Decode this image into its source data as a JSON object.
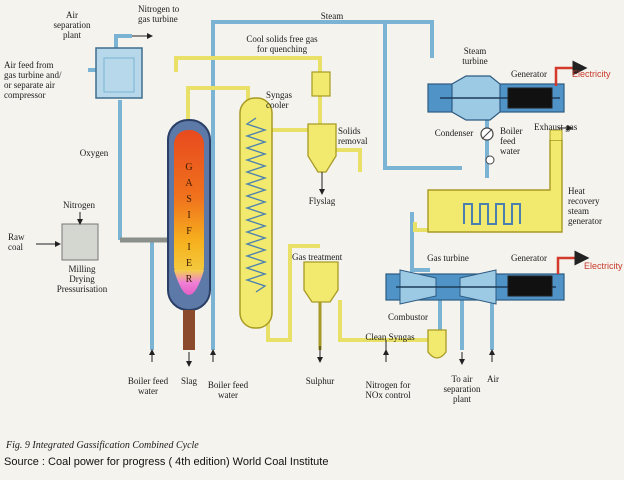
{
  "labels": {
    "air_separation_plant": "Air\nseparation\nplant",
    "nitrogen_to_gas_turbine": "Nitrogen to\ngas turbine",
    "steam": "Steam",
    "cool_solids_free_gas": "Cool solids free gas\nfor quenching",
    "steam_turbine": "Steam\nturbine",
    "generator_top": "Generator",
    "electricity_top": "Electricity",
    "air_feed": "Air feed from\ngas turbine and/\nor separate air\ncompressor",
    "syngas_cooler": "Syngas\ncooler",
    "solids_removal": "Solids\nremoval",
    "condenser": "Condenser",
    "boiler_feed_water_right": "Boiler\nfeed\nwater",
    "exhaust_gas": "Exhaust gas",
    "oxygen": "Oxygen",
    "heat_recovery": "Heat\nrecovery\nsteam\ngenerator",
    "nitrogen": "Nitrogen",
    "flyslag": "Flyslag",
    "raw_coal": "Raw\ncoal",
    "gas_treatment": "Gas treatment",
    "gas_turbine": "Gas turbine",
    "generator_bottom": "Generator",
    "electricity_bottom": "Electricity",
    "milling": "Milling\nDrying\nPressurisation",
    "gasifier": "G\nA\nS\nI\nF\nI\nE\nR",
    "combustor": "Combustor",
    "clean_syngas": "Clean Syngas",
    "boiler_feed_water_left": "Boiler feed\nwater",
    "slag": "Slag",
    "boiler_feed_water_mid": "Boiler feed\nwater",
    "sulphur": "Sulphur",
    "nitrogen_nox": "Nitrogen for\nNOx control",
    "to_air_separation": "To air\nseparation\nplant",
    "air": "Air"
  },
  "caption": "Fig. 9 Integrated Gassification Combined Cycle",
  "source": "Source : Coal power for progress ( 4th edition) World Coal Institute",
  "colors": {
    "pipe_blue": "#7ab3d4",
    "pipe_yellow": "#e8e067",
    "vessel_yellow": "#f1ea6e",
    "turbine_blue": "#4f93c7",
    "gasifier_hot": "#e8501e",
    "gasifier_glow": "#f6c21e",
    "slag_pink": "#ee6bd0",
    "electricity_red": "#d23b2b",
    "milling_grey": "#d4d6d0"
  }
}
